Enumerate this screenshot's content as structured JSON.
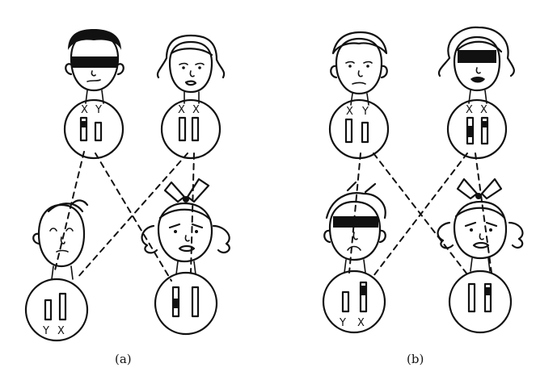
{
  "panels": [
    {
      "label": "(a)",
      "father_chromosomes": [
        "X",
        "Y"
      ],
      "mother_chromosomes": [
        "X",
        "X"
      ],
      "son_chromosomes": [
        "Y",
        "X"
      ],
      "daughter_chromosomes": []
    },
    {
      "label": "(b)",
      "father_chromosomes": [
        "X",
        "Y"
      ],
      "mother_chromosomes": [
        "X",
        "X"
      ],
      "son_chromosomes": [
        "Y",
        "X"
      ],
      "daughter_chromosomes": []
    }
  ],
  "colors": {
    "ink": "#111111",
    "background": "#ffffff"
  }
}
